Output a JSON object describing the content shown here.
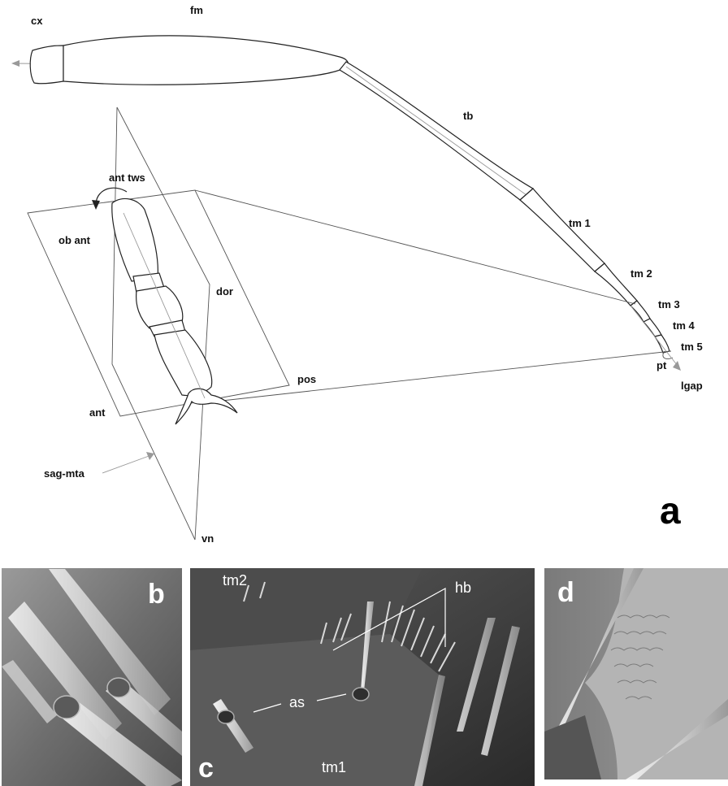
{
  "panel_a": {
    "letter": "a",
    "labels": {
      "cx": "cx",
      "fm": "fm",
      "tb": "tb",
      "tm1": "tm 1",
      "tm2": "tm 2",
      "tm3": "tm 3",
      "tm4": "tm 4",
      "tm5": "tm 5",
      "pt": "pt",
      "lgap": "lgap",
      "ant_tws": "ant tws",
      "ob_ant": "ob ant",
      "dor": "dor",
      "pos": "pos",
      "ant": "ant",
      "sag_mta": "sag-mta",
      "vn": "vn"
    }
  },
  "panel_b": {
    "letter": "b"
  },
  "panel_c": {
    "letter": "c",
    "labels": {
      "tm2": "tm2",
      "hb": "hb",
      "as": "as",
      "tm1": "tm1"
    }
  },
  "panel_d": {
    "letter": "d"
  }
}
